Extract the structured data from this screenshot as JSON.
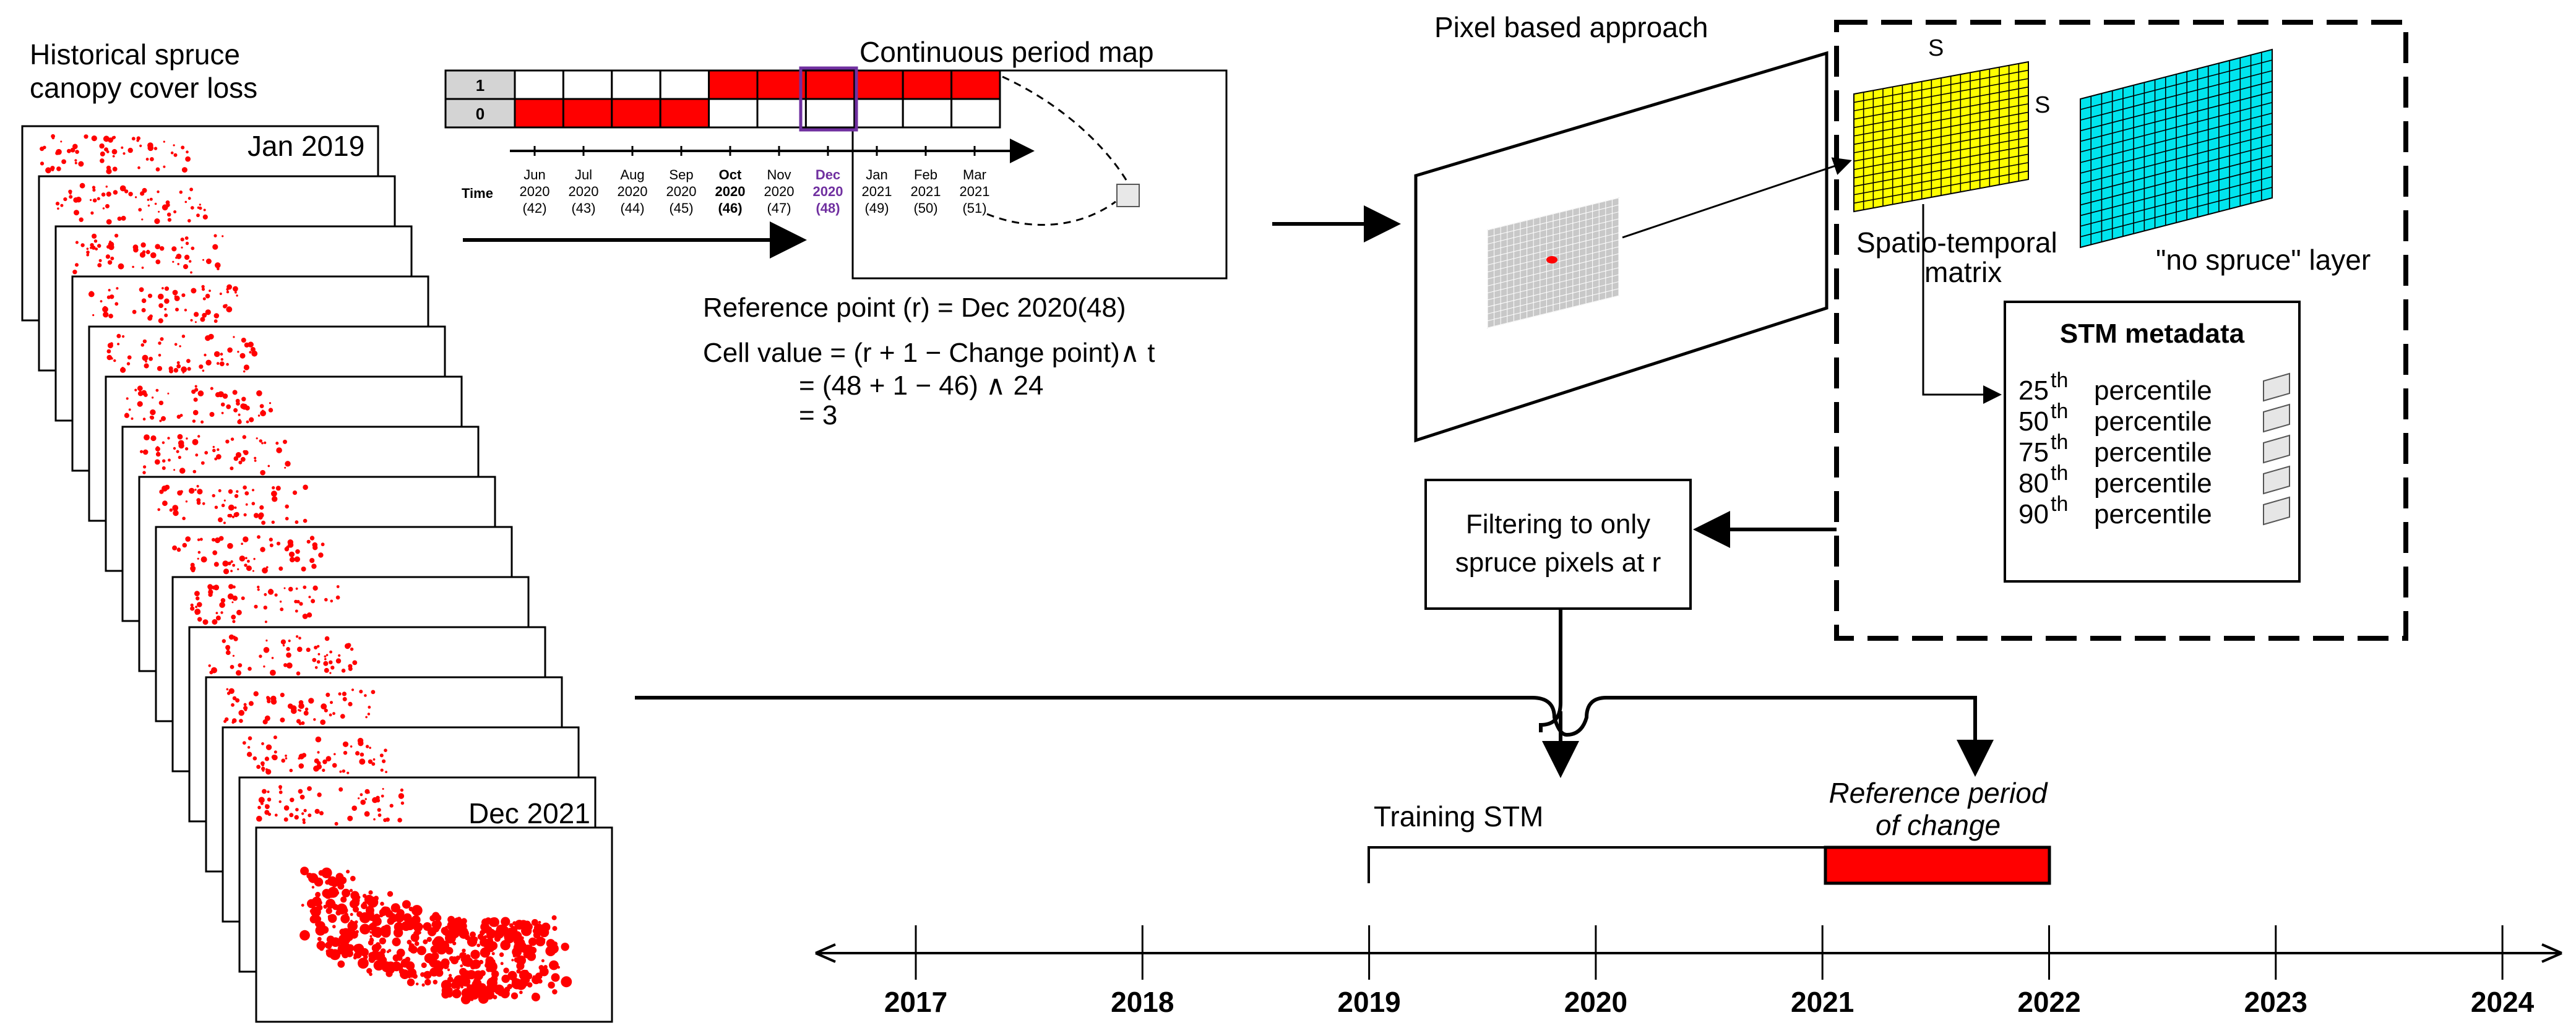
{
  "canopy": {
    "title_line1": "Historical spruce",
    "title_line2": "canopy cover loss",
    "first_label": "Jan 2019",
    "last_label": "Dec 2021",
    "frame_count": 15
  },
  "period_map": {
    "title": "Continuous period map",
    "row_labels": [
      "1",
      "0"
    ],
    "row1_red": [
      false,
      false,
      false,
      false,
      true,
      true,
      true,
      true,
      true,
      true
    ],
    "row0_red": [
      true,
      true,
      true,
      true,
      false,
      false,
      false,
      false,
      false,
      false
    ],
    "time_label": "Time",
    "months": [
      {
        "m": "Jun",
        "y": "2020",
        "i": "(42)",
        "style": "normal"
      },
      {
        "m": "Jul",
        "y": "2020",
        "i": "(43)",
        "style": "normal"
      },
      {
        "m": "Aug",
        "y": "2020",
        "i": "(44)",
        "style": "normal"
      },
      {
        "m": "Sep",
        "y": "2020",
        "i": "(45)",
        "style": "normal"
      },
      {
        "m": "Oct",
        "y": "2020",
        "i": "(46)",
        "style": "bold"
      },
      {
        "m": "Nov",
        "y": "2020",
        "i": "(47)",
        "style": "normal"
      },
      {
        "m": "Dec",
        "y": "2020",
        "i": "(48)",
        "style": "highlight"
      },
      {
        "m": "Jan",
        "y": "2021",
        "i": "(49)",
        "style": "normal"
      },
      {
        "m": "Feb",
        "y": "2021",
        "i": "(50)",
        "style": "normal"
      },
      {
        "m": "Mar",
        "y": "2021",
        "i": "(51)",
        "style": "normal"
      }
    ],
    "reference_point": "Reference point (r) = Dec 2020(48)",
    "cell_value": "Cell value = (r + 1 − Change point)∧ t",
    "cell_step2": "= (48 + 1 − 46) ∧ 24",
    "cell_step3": "= 3"
  },
  "pixel": {
    "title": "Pixel based approach"
  },
  "stm": {
    "s_top": "S",
    "s_side": "S",
    "matrix_line1": "Spatio-temporal",
    "matrix_line2": "matrix",
    "no_spruce": "\"no spruce\" layer",
    "metadata_title": "STM metadata",
    "percentiles": [
      {
        "num": "25",
        "sup": "th",
        "word": "percentile"
      },
      {
        "num": "50",
        "sup": "th",
        "word": "percentile"
      },
      {
        "num": "75",
        "sup": "th",
        "word": "percentile"
      },
      {
        "num": "80",
        "sup": "th",
        "word": "percentile"
      },
      {
        "num": "90",
        "sup": "th",
        "word": "percentile"
      }
    ]
  },
  "filter": {
    "line1": "Filtering to only",
    "line2": "spruce pixels at r"
  },
  "timeline": {
    "years": [
      "2017",
      "2018",
      "2019",
      "2020",
      "2021",
      "2022",
      "2023",
      "2024"
    ],
    "training_label": "Training STM",
    "reference_line1": "Reference period",
    "reference_line2": "of change"
  },
  "colors": {
    "red": "#ff0000",
    "purple": "#7030a0",
    "yellow": "#ffff00",
    "cyan": "#00e5ee",
    "grey": "#c8c8c8"
  }
}
